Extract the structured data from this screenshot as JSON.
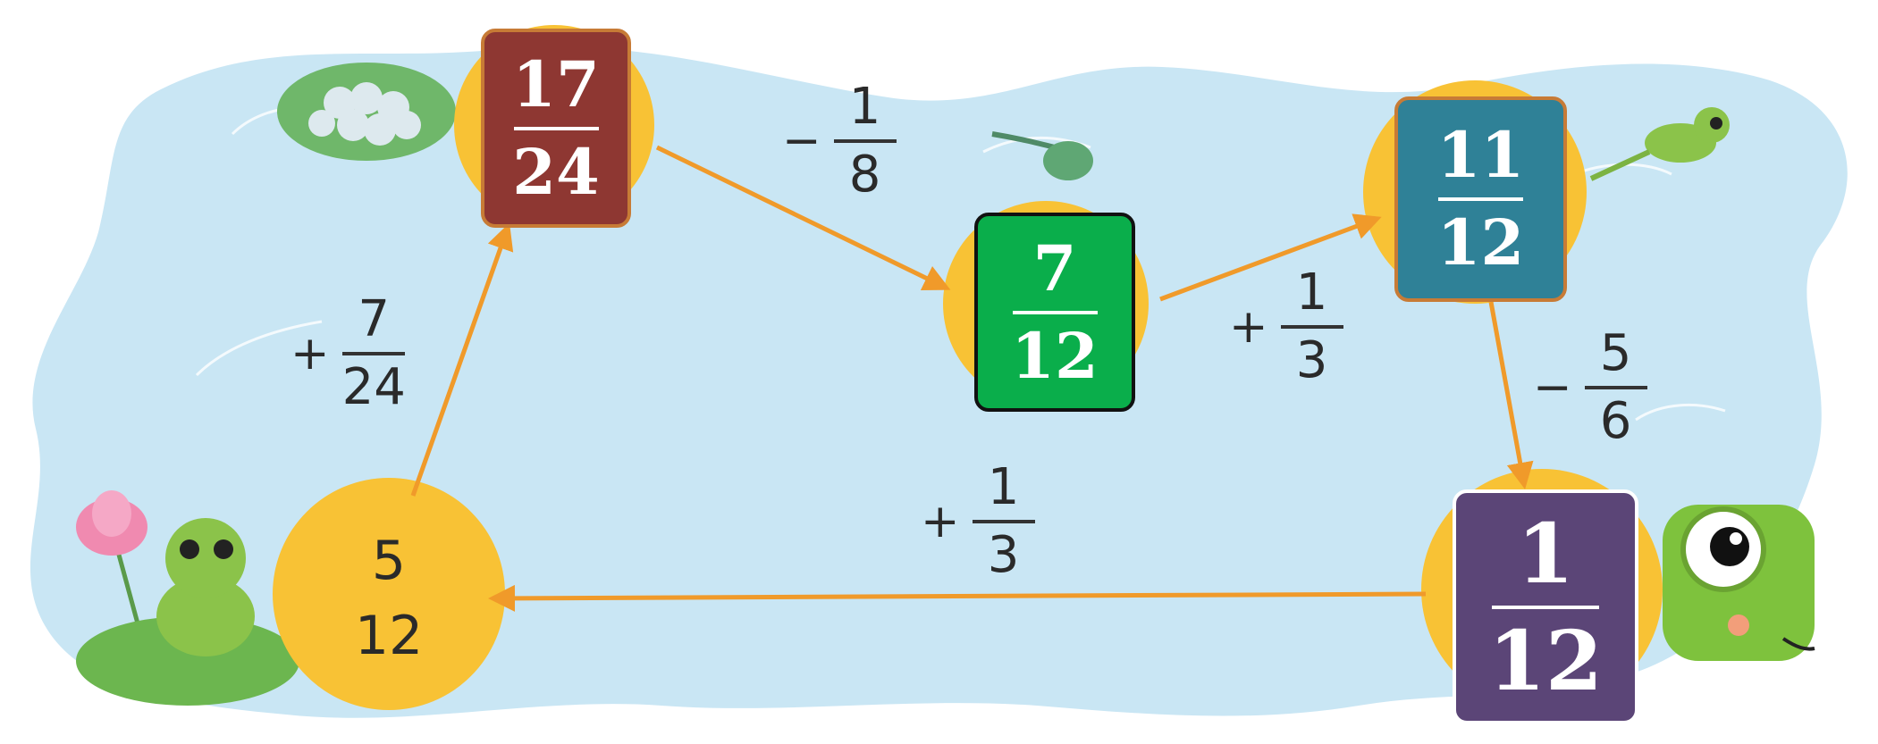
{
  "nodes": [
    {
      "id": "start",
      "num": "5",
      "den": "12",
      "style": "circle"
    },
    {
      "id": "n1",
      "num": "17",
      "den": "24",
      "color": "#8e3732"
    },
    {
      "id": "n2",
      "num": "7",
      "den": "12",
      "color": "#0aae4b"
    },
    {
      "id": "n3",
      "num": "11",
      "den": "12",
      "color": "#2f8197"
    },
    {
      "id": "n4",
      "num": "1",
      "den": "12",
      "color": "#5b4577"
    }
  ],
  "edges": [
    {
      "from": "start",
      "to": "n1",
      "op": "+",
      "num": "7",
      "den": "24"
    },
    {
      "from": "n1",
      "to": "n2",
      "op": "−",
      "num": "1",
      "den": "8"
    },
    {
      "from": "n2",
      "to": "n3",
      "op": "+",
      "num": "1",
      "den": "3"
    },
    {
      "from": "n3",
      "to": "n4",
      "op": "−",
      "num": "5",
      "den": "6"
    },
    {
      "from": "n4",
      "to": "start",
      "op": "+",
      "num": "1",
      "den": "3"
    }
  ],
  "colors": {
    "water": "#c9e6f4",
    "circle": "#f8c235",
    "arrow": "#f09a2a",
    "text": "#2a2a2a"
  },
  "decorations": [
    "frog-egg-cluster",
    "tadpole",
    "froglet",
    "frog-on-lily-pad",
    "lotus-flower",
    "frog-face"
  ]
}
